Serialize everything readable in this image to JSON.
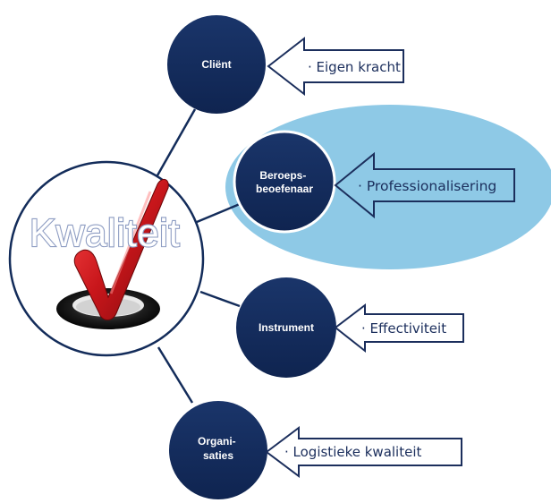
{
  "central": {
    "label": "Kwaliteit",
    "icon": "red-checkmark-icon"
  },
  "nodes": [
    {
      "id": "client",
      "label_lines": [
        "Cliënt"
      ],
      "arrow_label": "· Eigen kracht"
    },
    {
      "id": "beroepsbeoefenaar",
      "label_lines": [
        "Beroeps-",
        "beoefenaar"
      ],
      "arrow_label": "· Professionalisering",
      "highlighted": true
    },
    {
      "id": "instrument",
      "label_lines": [
        "Instrument"
      ],
      "arrow_label": "· Effectiviteit"
    },
    {
      "id": "organisaties",
      "label_lines": [
        "Organi-",
        "saties"
      ],
      "arrow_label": "· Logistieke kwaliteit"
    }
  ],
  "colors": {
    "node_fill": "#132c5a",
    "highlight_fill": "#8ec9e6",
    "arrow_stroke": "#1b2e5c",
    "connector": "#132c5a",
    "checkmark": "#c8161b"
  }
}
